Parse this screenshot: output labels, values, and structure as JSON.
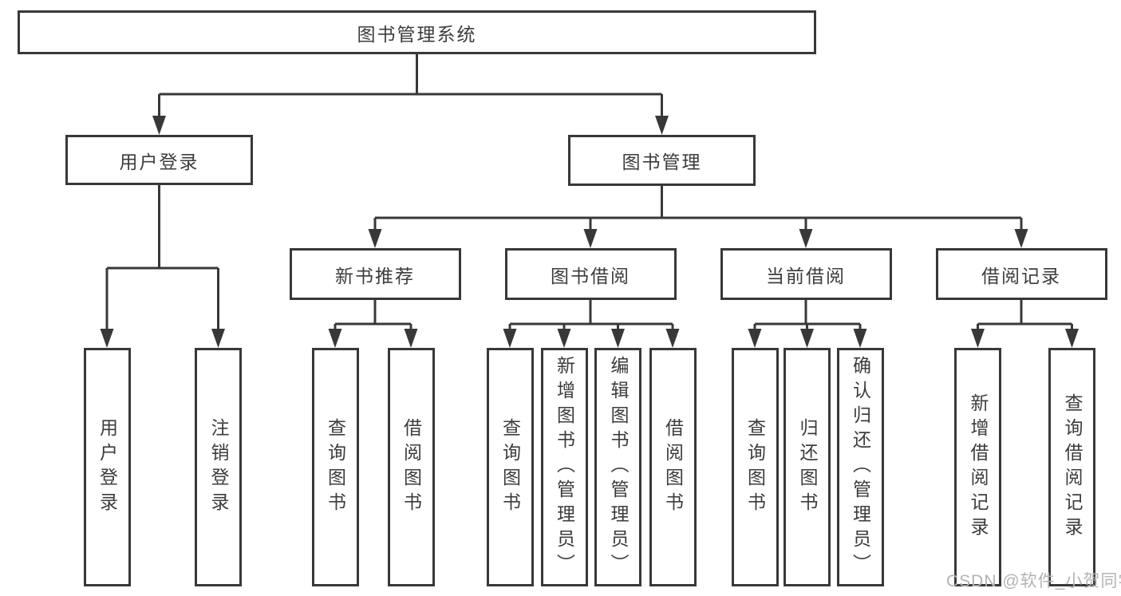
{
  "diagram": {
    "watermark": "CSDN @软件_小贺同学",
    "colors": {
      "line": "#383838",
      "text": "#3c3c3c",
      "watermark": "#b3b3b3",
      "background": "#ffffff"
    },
    "nodes": [
      {
        "id": "root",
        "label": "图书管理系统",
        "parent": null
      },
      {
        "id": "user-login",
        "label": "用户登录",
        "parent": "root"
      },
      {
        "id": "book-mgmt",
        "label": "图书管理",
        "parent": "root"
      },
      {
        "id": "new-book",
        "label": "新书推荐",
        "parent": "book-mgmt"
      },
      {
        "id": "book-borrow",
        "label": "图书借阅",
        "parent": "book-mgmt"
      },
      {
        "id": "current-borrow",
        "label": "当前借阅",
        "parent": "book-mgmt"
      },
      {
        "id": "borrow-record",
        "label": "借阅记录",
        "parent": "book-mgmt"
      },
      {
        "id": "v-user-login",
        "label": "用户登录",
        "parent": "user-login"
      },
      {
        "id": "v-logout",
        "label": "注销登录",
        "parent": "user-login"
      },
      {
        "id": "v-query-book-1",
        "label": "查询图书",
        "parent": "new-book"
      },
      {
        "id": "v-borrow-book-1",
        "label": "借阅图书",
        "parent": "new-book"
      },
      {
        "id": "v-query-book-2",
        "label": "查询图书",
        "parent": "book-borrow"
      },
      {
        "id": "v-add-book",
        "label": "新增图书（管理员）",
        "parent": "book-borrow"
      },
      {
        "id": "v-edit-book",
        "label": "编辑图书（管理员）",
        "parent": "book-borrow"
      },
      {
        "id": "v-borrow-book-2",
        "label": "借阅图书",
        "parent": "book-borrow"
      },
      {
        "id": "v-query-book-3",
        "label": "查询图书",
        "parent": "current-borrow"
      },
      {
        "id": "v-return-book",
        "label": "归还图书",
        "parent": "current-borrow"
      },
      {
        "id": "v-confirm-return",
        "label": "确认归还（管理员）",
        "parent": "current-borrow"
      },
      {
        "id": "v-add-record",
        "label": "新增借阅记录",
        "parent": "borrow-record"
      },
      {
        "id": "v-query-record",
        "label": "查询借阅记录",
        "parent": "borrow-record"
      }
    ]
  }
}
